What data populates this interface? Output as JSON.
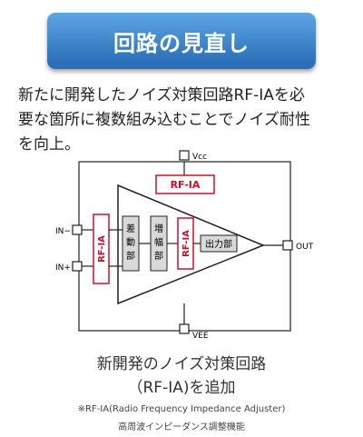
{
  "title": "回路の見直し",
  "intro_lines": [
    "新たに開発したノイズ対策回路RF-IAを必",
    "要な箇所に複数組み込むことでノイズ耐性",
    "を向上。"
  ],
  "diagram": {
    "vcc_label": "Vcc",
    "vee_label": "VEE",
    "in_minus_label": "IN−",
    "in_plus_label": "IN+",
    "out_label": "OUT",
    "rfia_top_label": "RF-IA",
    "rfia_left_label": "RF-IA",
    "rfia_inner_label": "RF-IA",
    "diff_block_label": "差動部",
    "amp_block_label": "増幅部",
    "output_block_label": "出力部"
  },
  "caption": [
    "新開発のノイズ対策回路",
    "（RF-IA)を追加"
  ],
  "footnote": [
    "※RF-IA(Radio Frequency Impedance Adjuster)",
    "高周波インピーダンス調整機能"
  ],
  "colors": {
    "banner": "#3d8bd4",
    "accent_red": "#c8102e",
    "block_gray": "#d9d9d9",
    "line": "#231f20"
  }
}
